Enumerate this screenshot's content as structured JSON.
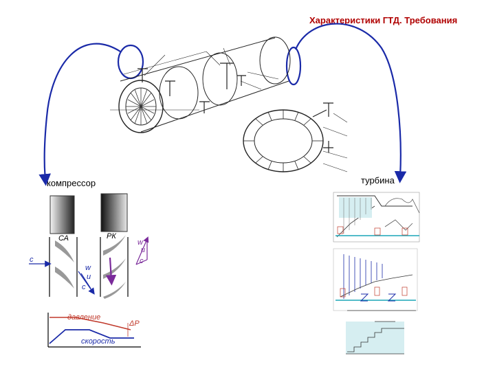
{
  "title": "Характеристики ГТД. Требования",
  "labels": {
    "compressor": "компрессор",
    "turbine": "турбина"
  },
  "compressor_diagram": {
    "stator_label": "СА",
    "rotor_label": "РК",
    "velocity_c": "c",
    "velocity_w": "w",
    "velocity_u": "u",
    "pressure_label": "давление",
    "speed_label": "скорость",
    "delta_p": "ΔP"
  },
  "colors": {
    "title": "#b00000",
    "arrows": "#1a2aa8",
    "diagram_accent": "#c0392b",
    "turbine_accent": "#1aa6b7"
  }
}
